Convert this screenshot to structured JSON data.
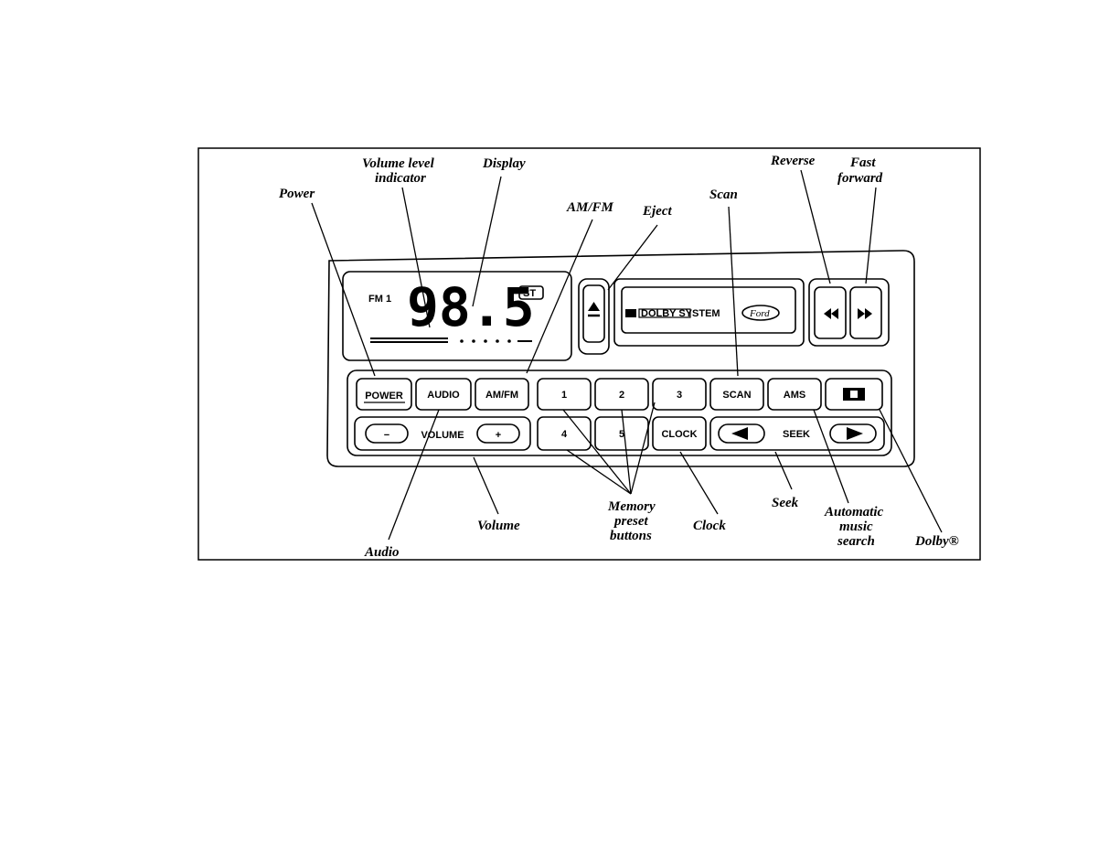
{
  "labels": {
    "power": "Power",
    "volume_level_1": "Volume level",
    "volume_level_2": "indicator",
    "display": "Display",
    "am_fm": "AM/FM",
    "eject": "Eject",
    "scan": "Scan",
    "reverse": "Reverse",
    "fast_forward_1": "Fast",
    "fast_forward_2": "forward",
    "audio": "Audio",
    "volume": "Volume",
    "memory_1": "Memory",
    "memory_2": "preset",
    "memory_3": "buttons",
    "clock": "Clock",
    "seek": "Seek",
    "ams_1": "Automatic",
    "ams_2": "music",
    "ams_3": "search",
    "dolby": "Dolby®"
  },
  "display": {
    "band": "FM 1",
    "frequency": "98.5",
    "stereo": "ST"
  },
  "buttons": {
    "power": "POWER",
    "audio": "AUDIO",
    "am_fm": "AM/FM",
    "preset_1": "1",
    "preset_2": "2",
    "preset_3": "3",
    "preset_4": "4",
    "preset_5": "5",
    "scan": "SCAN",
    "ams": "AMS",
    "clock": "CLOCK",
    "volume": "VOLUME",
    "volume_minus": "−",
    "volume_plus": "+",
    "seek": "SEEK"
  },
  "cassette": {
    "dolby_text": "DOLBY SYSTEM",
    "brand": "Ford"
  }
}
